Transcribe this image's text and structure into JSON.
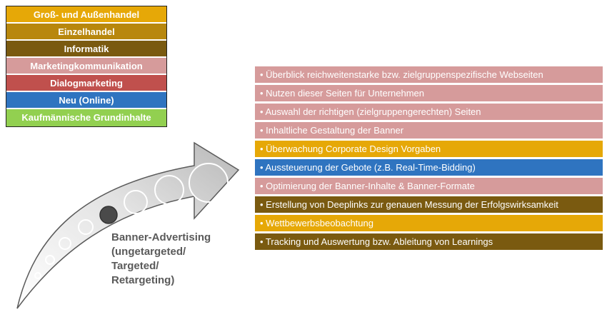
{
  "legend": [
    {
      "label": "Groß- und Außenhandel",
      "color": "#e6a807"
    },
    {
      "label": "Einzelhandel",
      "color": "#b8870d"
    },
    {
      "label": "Informatik",
      "color": "#7a5a10"
    },
    {
      "label": "Marketingkommunikation",
      "color": "#d69b9b"
    },
    {
      "label": "Dialogmarketing",
      "color": "#c0504d"
    },
    {
      "label": "Neu (Online)",
      "color": "#2f74c0"
    },
    {
      "label": "Kaufmännische Grundinhalte",
      "color": "#92d050"
    }
  ],
  "arrow": {
    "label": "Banner-Advertising\n(ungetargeted/\nTargeted/\nRetargeting)",
    "highlighted_step": 5
  },
  "tasks": [
    {
      "label": "• Überblick reichweitenstarke bzw. zielgruppenspezifische Webseiten",
      "color": "#d69b9b"
    },
    {
      "label": "• Nutzen dieser Seiten für Unternehmen",
      "color": "#d69b9b"
    },
    {
      "label": "• Auswahl der richtigen (zielgruppengerechten) Seiten",
      "color": "#d69b9b"
    },
    {
      "label": "• Inhaltliche Gestaltung der Banner",
      "color": "#d69b9b"
    },
    {
      "label": "• Überwachung Corporate Design Vorgaben",
      "color": "#e6a807"
    },
    {
      "label": "• Aussteuerung der Gebote (z.B. Real-Time-Bidding)",
      "color": "#2f74c0"
    },
    {
      "label": "• Optimierung der Banner-Inhalte & Banner-Formate",
      "color": "#d69b9b"
    },
    {
      "label": "• Erstellung von Deeplinks zur genauen Messung der Erfolgswirksamkeit",
      "color": "#7a5a10"
    },
    {
      "label": "• Wettbewerbsbeobachtung",
      "color": "#e6a807"
    },
    {
      "label": "• Tracking und Auswertung bzw. Ableitung von Learnings",
      "color": "#7a5a10"
    }
  ]
}
